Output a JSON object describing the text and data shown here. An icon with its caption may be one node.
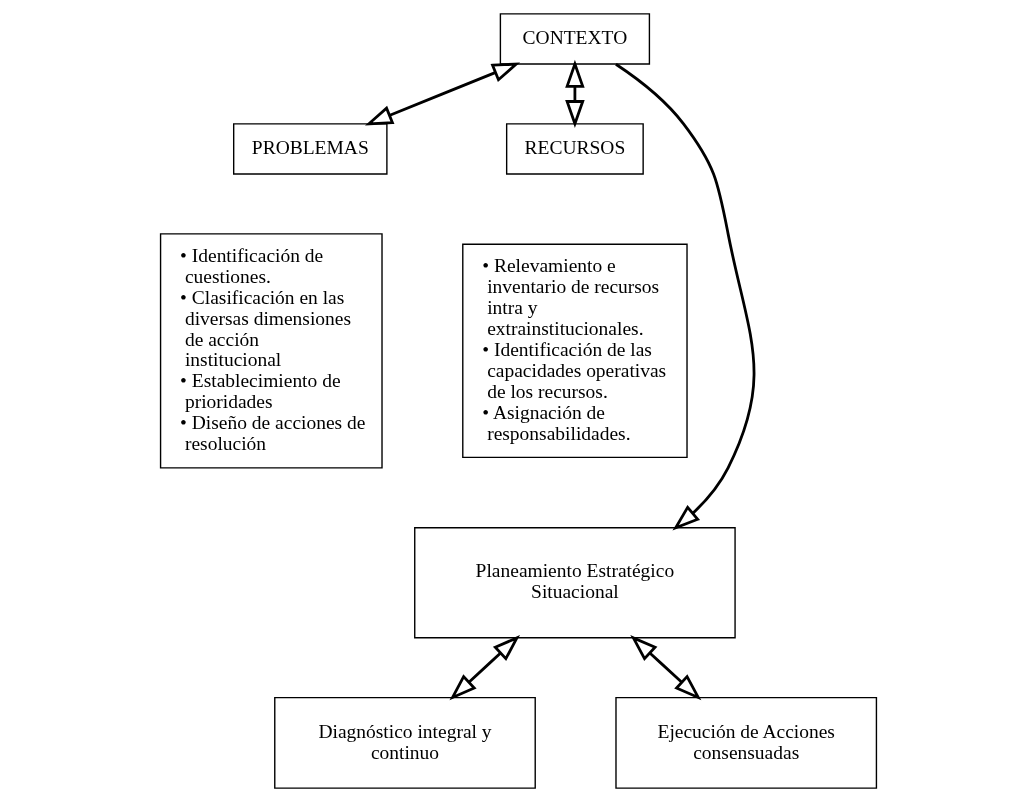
{
  "diagram": {
    "nodes": [
      {
        "text": [
          "CONTEXTO"
        ]
      },
      {
        "text": [
          "PROBLEMAS"
        ]
      },
      {
        "text": [
          "RECURSOS"
        ]
      },
      {
        "text": [
          "• Identificación de cuestiones.",
          "• Clasificación en las diversas dimensiones de acción institucional",
          "• Establecimiento de prioridades",
          "• Diseño de acciones de resolución"
        ]
      },
      {
        "text": [
          "• Relevamiento e inventario de recursos intra y extrainstitucionales.",
          "• Identificación de las capacidades operativas de los recursos.",
          "• Asignación de responsabilidades."
        ]
      },
      {
        "text": [
          "Planeamiento Estratégico Situacional"
        ]
      },
      {
        "text": [
          "Diagnóstico integral y continuo"
        ]
      },
      {
        "text": [
          "Ejecución de Acciones consensuadas"
        ]
      }
    ],
    "edges": [
      {
        "from": 0,
        "to": 1,
        "arrow": "both"
      },
      {
        "from": 0,
        "to": 2,
        "arrow": "both"
      },
      {
        "from": 0,
        "to": 5,
        "arrow": "to"
      },
      {
        "from": 5,
        "to": 6,
        "arrow": "both"
      },
      {
        "from": 5,
        "to": 7,
        "arrow": "both"
      }
    ]
  }
}
